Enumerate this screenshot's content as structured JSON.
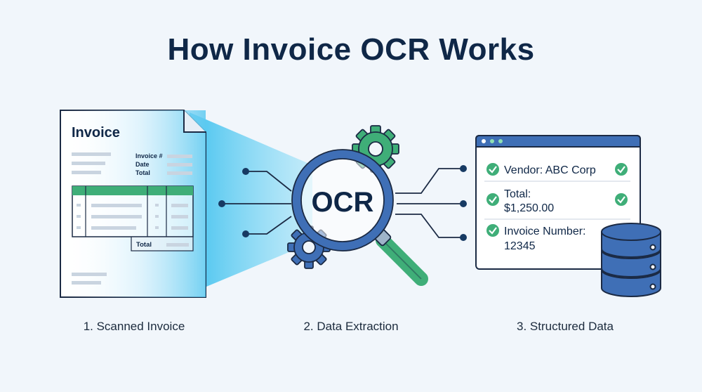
{
  "title": "How Invoice OCR Works",
  "steps": [
    {
      "label": "1. Scanned Invoice"
    },
    {
      "label": "2. Data Extraction"
    },
    {
      "label": "3. Structured Data"
    }
  ],
  "invoice": {
    "heading": "Invoice",
    "meta_labels": [
      "Invoice #",
      "Date",
      "Total"
    ],
    "total_label": "Total"
  },
  "ocr": {
    "label": "OCR"
  },
  "output": {
    "fields": [
      {
        "line1": "Vendor: ABC Corp",
        "line2": ""
      },
      {
        "line1": "Total:",
        "line2": "$1,250.00"
      },
      {
        "line1": "Invoice Number:",
        "line2": "12345"
      }
    ]
  },
  "colors": {
    "navy": "#0f2747",
    "blue": "#3f6fb6",
    "green": "#3fae78",
    "cyan": "#44c1ec"
  }
}
